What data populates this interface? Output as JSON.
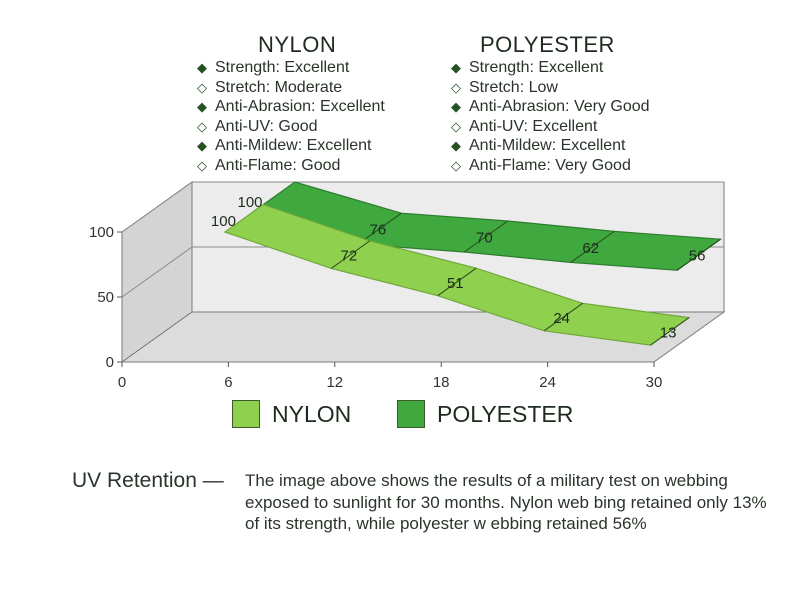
{
  "columns": [
    {
      "title": "NYLON",
      "props": [
        {
          "bullet": "◆",
          "text": "Strength: Excellent"
        },
        {
          "bullet": "◇",
          "text": "Stretch: Moderate"
        },
        {
          "bullet": "◆",
          "text": "Anti-Abrasion: Excellent"
        },
        {
          "bullet": "◇",
          "text": "Anti-UV: Good"
        },
        {
          "bullet": "◆",
          "text": "Anti-Mildew: Excellent"
        },
        {
          "bullet": "◇",
          "text": "Anti-Flame: Good"
        }
      ]
    },
    {
      "title": "POLYESTER",
      "props": [
        {
          "bullet": "◆",
          "text": "Strength: Excellent"
        },
        {
          "bullet": "◇",
          "text": "Stretch: Low"
        },
        {
          "bullet": "◆",
          "text": "Anti-Abrasion: Very Good"
        },
        {
          "bullet": "◇",
          "text": "Anti-UV: Excellent"
        },
        {
          "bullet": "◆",
          "text": "Anti-Mildew: Excellent"
        },
        {
          "bullet": "◇",
          "text": "Anti-Flame: Very Good"
        }
      ]
    }
  ],
  "chart_data": {
    "type": "line",
    "style": "3d-ribbon",
    "x": [
      0,
      6,
      12,
      18,
      24,
      30
    ],
    "x_ticks": [
      "0",
      "6",
      "12",
      "18",
      "24",
      "30"
    ],
    "y_ticks": [
      "0",
      "50",
      "100"
    ],
    "xlim": [
      0,
      30
    ],
    "ylim": [
      0,
      100
    ],
    "series": [
      {
        "name": "NYLON",
        "color": "#8fd14f",
        "values": [
          100,
          72,
          51,
          24,
          13
        ],
        "labels": [
          "100",
          "72",
          "51",
          "24",
          "13"
        ]
      },
      {
        "name": "POLYESTER",
        "color": "#3fa83f",
        "values": [
          100,
          76,
          70,
          62,
          56
        ],
        "labels": [
          "100",
          "76",
          "70",
          "62",
          "56"
        ]
      }
    ],
    "legend_position": "bottom",
    "grid": true
  },
  "caption": {
    "title": "UV Retention",
    "dash": "—",
    "text": "The image above shows the results of a military test on webbing exposed to sunlight for 30 months. Nylon web bing retained only 13% of its strength, while polyester w ebbing retained 56%"
  }
}
